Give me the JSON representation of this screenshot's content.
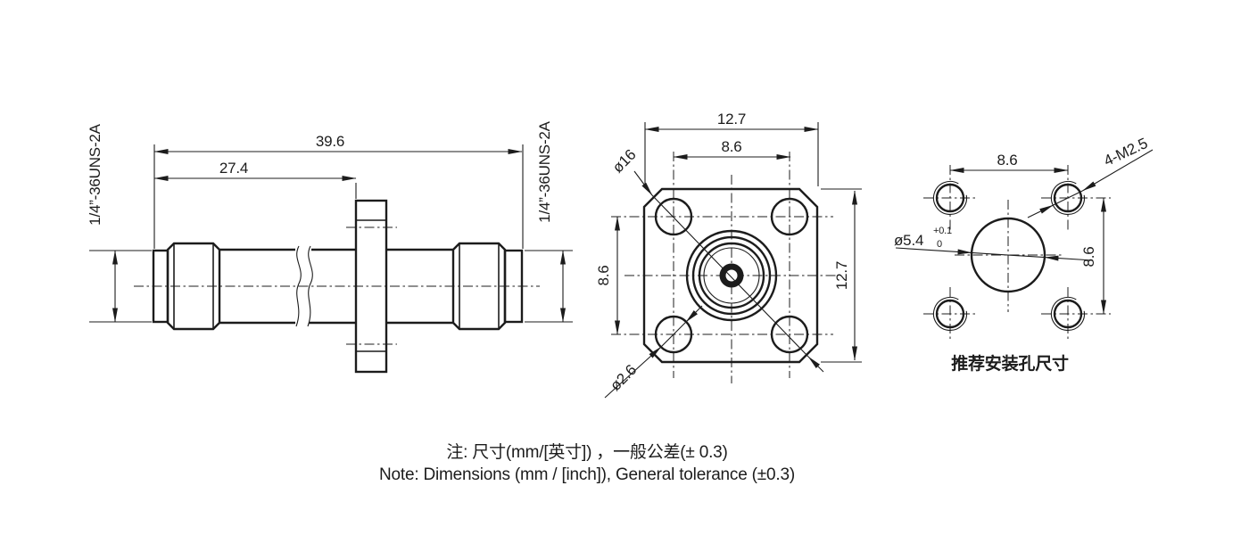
{
  "side_view": {
    "thread_label_left": "1/4”-36UNS-2A",
    "thread_label_right": "1/4”-36UNS-2A",
    "dim_overall": "39.6",
    "dim_left_to_flange": "27.4"
  },
  "front_view": {
    "dim_width": "12.7",
    "dim_hole_pitch_h": "8.6",
    "dim_hole_pitch_v": "8.6",
    "dim_height": "12.7",
    "dim_body_diameter": "ø16",
    "dim_hole_diameter": "ø2.6"
  },
  "mount_view": {
    "dim_hole_pitch_h": "8.6",
    "dim_hole_pitch_v": "8.6",
    "thread_callout": "4-M2.5",
    "center_hole_diameter": "ø5.4",
    "center_hole_tol_upper": "+0.1",
    "center_hole_tol_lower": "0",
    "caption": "推荐安装孔尺寸"
  },
  "notes": {
    "chinese": "注: 尺寸(mm/[英寸]) ，一般公差(± 0.3)",
    "english": "Note: Dimensions (mm / [inch]), General tolerance (±0.3)"
  }
}
